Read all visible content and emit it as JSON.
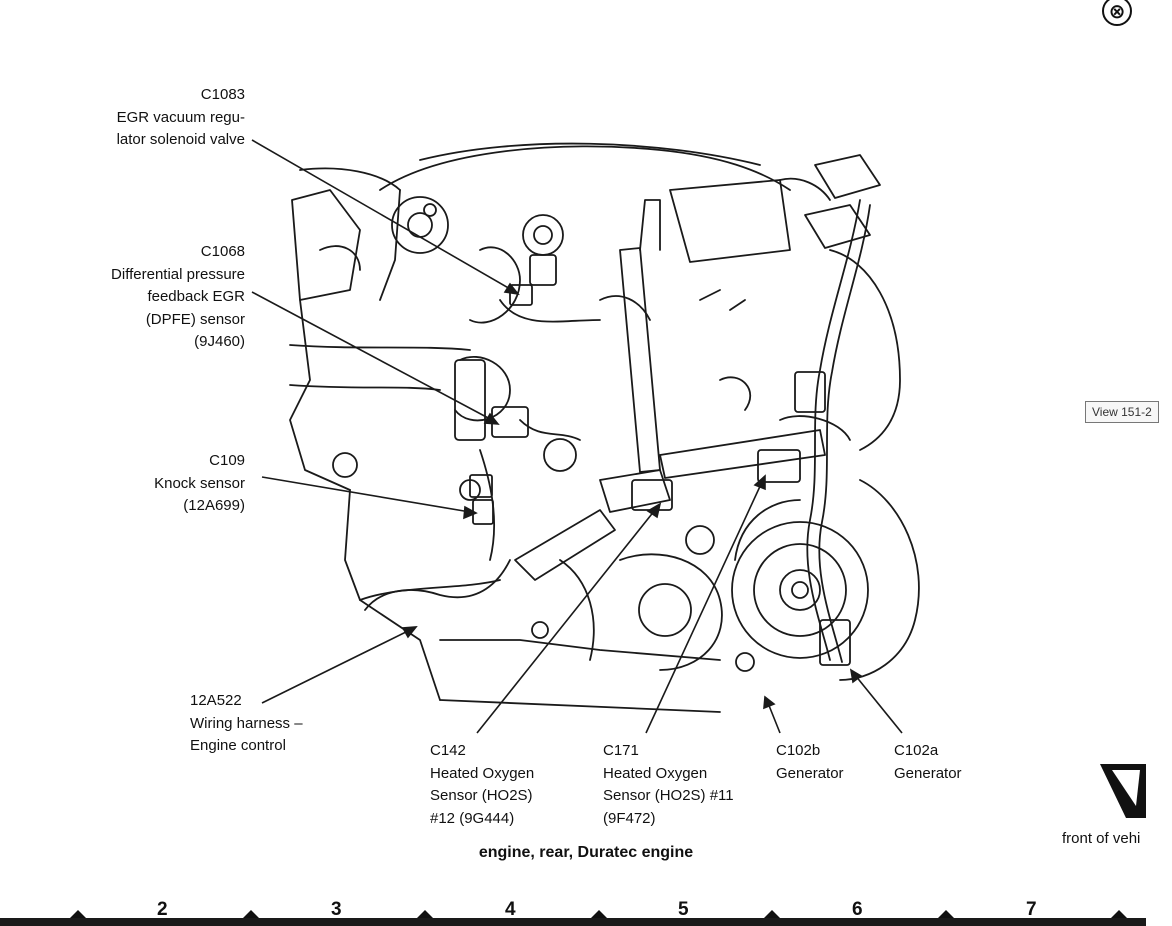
{
  "close_icon_glyph": "⊗",
  "view_tag": "View 151-2",
  "caption": "engine, rear, Duratec engine",
  "front_label": "front of vehi",
  "ruler": [
    "2",
    "3",
    "4",
    "5",
    "6",
    "7"
  ],
  "callouts": {
    "c1083": [
      "C1083",
      "EGR vacuum regu-",
      "lator solenoid valve"
    ],
    "c1068": [
      "C1068",
      "Differential pressure",
      "feedback EGR",
      "(DPFE) sensor",
      "(9J460)"
    ],
    "c109": [
      "C109",
      "Knock sensor",
      "(12A699)"
    ],
    "a12a522": [
      "12A522",
      "Wiring harness –",
      "Engine control"
    ],
    "c142": [
      "C142",
      "Heated Oxygen",
      "Sensor (HO2S)",
      "#12 (9G444)"
    ],
    "c171": [
      "C171",
      "Heated Oxygen",
      "Sensor (HO2S) #11",
      "(9F472)"
    ],
    "c102b": [
      "C102b",
      "Generator"
    ],
    "c102a": [
      "C102a",
      "Generator"
    ]
  }
}
